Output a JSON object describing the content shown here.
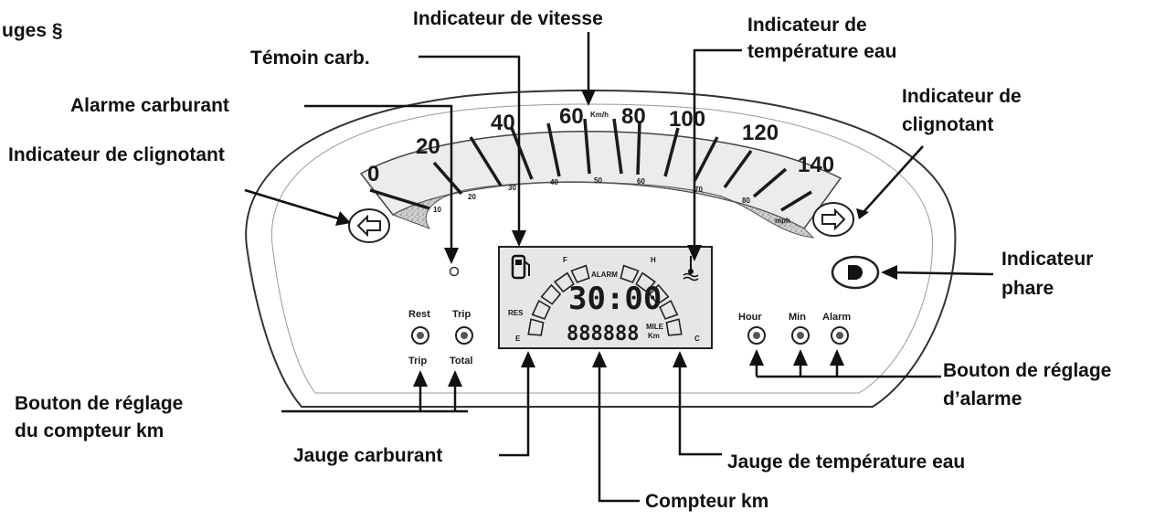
{
  "title_fragment": "uges §",
  "callouts": {
    "speed": "Indicateur de vitesse",
    "water_temp_indicator_1": "Indicateur de",
    "water_temp_indicator_2": "température eau",
    "fuel_light": "Témoin carb.",
    "fuel_alarm": "Alarme carburant",
    "turn_right_1": "Indicateur de",
    "turn_right_2": "clignotant",
    "turn_left": "Indicateur de clignotant",
    "headlight_1": "Indicateur",
    "headlight_2": "phare",
    "odo_button_1": "Bouton de réglage",
    "odo_button_2": "du compteur km",
    "alarm_button_1": "Bouton de réglage",
    "alarm_button_2": "d’alarme",
    "fuel_gauge": "Jauge carburant",
    "temp_gauge": "Jauge de température eau",
    "odometer": "Compteur km"
  },
  "dial": {
    "numbers": [
      "0",
      "20",
      "40",
      "60",
      "80",
      "100",
      "120",
      "140"
    ],
    "inner_numbers": [
      "10",
      "20",
      "30",
      "40",
      "50",
      "60",
      "70",
      "80"
    ],
    "unit_center": "Km/h",
    "unit_right": "mph"
  },
  "lcd": {
    "clock": "30:00",
    "odometer": "888888",
    "odo_unit_1": "MILE",
    "odo_unit_2": "Km",
    "alarm": "ALARM",
    "fuel_full": "F",
    "fuel_reserve": "RES",
    "fuel_empty": "E",
    "temp_hot": "H",
    "temp_cold": "C"
  },
  "buttons_left": {
    "top_1": "Rest",
    "top_2": "Trip",
    "bottom_1": "Trip",
    "bottom_2": "Total"
  },
  "buttons_right": {
    "hour": "Hour",
    "min": "Min",
    "alarm": "Alarm"
  }
}
